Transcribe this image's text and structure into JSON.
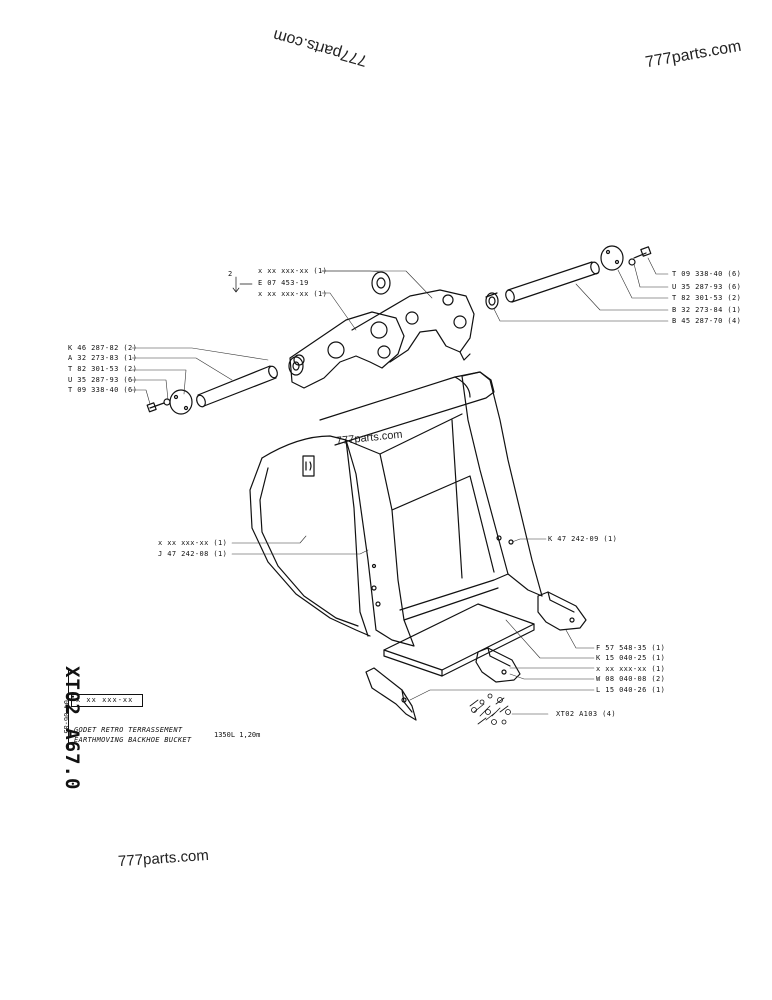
{
  "watermarks": {
    "top_left": "777parts.com",
    "top_right": "777parts.com",
    "center": "777parts.com",
    "bottom": "777parts.com"
  },
  "left_callouts": [
    "K 46 287-82 (2)",
    "A 32 273-83 (1)",
    "T 82 301-53 (2)",
    "U 35 287-93 (6)",
    "T 09 338-40 (6)"
  ],
  "top_callouts": {
    "bracket_number": "2",
    "line1": "x xx xxx-xx (1)",
    "line2": "E 07 453-19",
    "line3": "x xx xxx-xx (1)"
  },
  "right_top_callouts": [
    "T 09 338-40 (6)",
    "U 35 287-93 (6)",
    "T 82 301-53 (2)",
    "B 32 273-84 (1)",
    "B 45 287-70 (4)"
  ],
  "middle_callouts": {
    "left_1": "x xx xxx-xx (1)",
    "left_2": "J 47 242-08 (1)",
    "right_1": "K 47 242-09 (1)"
  },
  "lower_right_callouts": [
    "F 57 548-35 (1)",
    "K 15 040-25 (1)",
    "x xx xxx-xx (1)",
    "W 08 040-08 (2)",
    "L 15 040-26 (1)",
    "XT02  A103  (4)"
  ],
  "title_block": {
    "code_large": "XT02  A67.0",
    "part_ref": "x xx xxx-xx",
    "title_fr": "GODET RETRO TERRASSEMENT",
    "title_en": "EARTHMOVING BACKHOE BUCKET",
    "model": "1350L  1,20m",
    "date": "04-06-85"
  }
}
